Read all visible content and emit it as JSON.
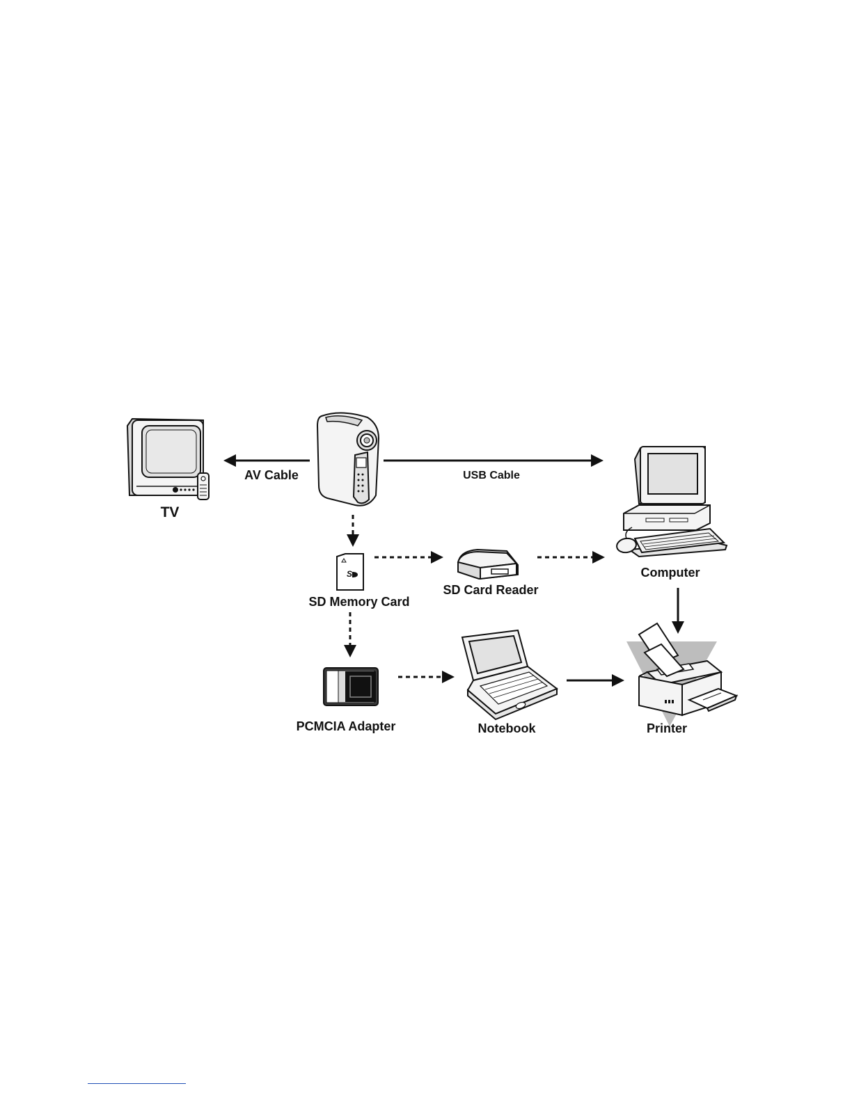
{
  "diagram": {
    "colors": {
      "line": "#111111",
      "device_fill": "#f4f4f4",
      "screen_fill": "#e2e2e2",
      "shade": "#bdbdbd",
      "footer_rule": "#1f4fb4"
    },
    "nodes": {
      "tv": {
        "label": "TV",
        "icon": "tv-icon"
      },
      "camera": {
        "label": "",
        "icon": "camcorder-icon"
      },
      "computer": {
        "label": "Computer",
        "icon": "desktop-computer-icon"
      },
      "sd_card": {
        "label": "SD Memory Card",
        "icon": "sd-card-icon"
      },
      "sd_reader": {
        "label": "SD Card Reader",
        "icon": "card-reader-icon"
      },
      "pcmcia": {
        "label": "PCMCIA Adapter",
        "icon": "pcmcia-adapter-icon"
      },
      "notebook": {
        "label": "Notebook",
        "icon": "notebook-icon"
      },
      "printer": {
        "label": "Printer",
        "icon": "printer-icon"
      }
    },
    "edges": [
      {
        "from": "camera",
        "to": "tv",
        "label": "AV Cable",
        "style": "solid"
      },
      {
        "from": "camera",
        "to": "computer",
        "label": "USB Cable",
        "style": "solid"
      },
      {
        "from": "camera",
        "to": "sd_card",
        "label": "",
        "style": "dashed"
      },
      {
        "from": "sd_card",
        "to": "sd_reader",
        "label": "",
        "style": "dashed"
      },
      {
        "from": "sd_reader",
        "to": "computer",
        "label": "",
        "style": "dashed"
      },
      {
        "from": "sd_card",
        "to": "pcmcia",
        "label": "",
        "style": "dashed"
      },
      {
        "from": "pcmcia",
        "to": "notebook",
        "label": "",
        "style": "dashed"
      },
      {
        "from": "notebook",
        "to": "printer",
        "label": "",
        "style": "solid"
      },
      {
        "from": "computer",
        "to": "printer",
        "label": "",
        "style": "solid"
      }
    ]
  }
}
